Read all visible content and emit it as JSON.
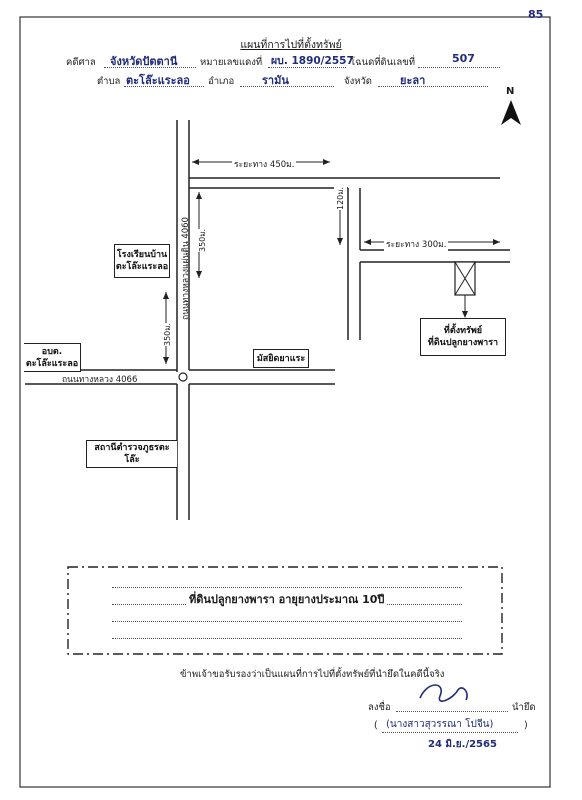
{
  "corner_mark": "85",
  "header": {
    "title": "แผนที่การไปที่ตั้งทรัพย์",
    "court_label": "คดีศาล",
    "court_value": "จังหวัดปัตตานี",
    "case_label": "หมายเลขแดงที่",
    "case_value": "ผบ. 1890/2557",
    "deed_label": "โฉนดที่ดินเลขที่",
    "deed_value": "507",
    "subdistrict_label": "ตำบล",
    "subdistrict_value": "ตะโล๊ะแระลอ",
    "district_label": "อำเภอ",
    "district_value": "รามัน",
    "province_label": "จังหวัด",
    "province_value": "ยะลา"
  },
  "map": {
    "north_label": "N",
    "distance_top": "ระยะทาง 450ม.",
    "distance_mid": "ระยะทาง 300ม.",
    "distance_vertical_right": "120ม.",
    "distance_vertical_left": "350ม.",
    "distance_lower_left": "350ม.",
    "road_vertical": "ถนนทางหลวงแผ่นดิน 4060",
    "road_horizontal": "ถนนทางหลวง 4066",
    "school": [
      "โรงเรียนบ้าน",
      "ตะโล๊ะแระลอ"
    ],
    "obt": [
      "อบต.",
      "ตะโล๊ะแระลอ"
    ],
    "mosque": "มัสยิดยาแระ",
    "police": "สถานีตำรวจภูธรตะโล๊ะ",
    "property": [
      "ที่ตั้งทรัพย์",
      "ที่ดินปลูกยางพารา"
    ]
  },
  "note": {
    "text": "ที่ดินปลูกยางพารา อายุยางประมาณ 10ปี"
  },
  "certification": "ข้าพเจ้าขอรับรองว่าเป็นแผนที่การไปที่ตั้งทรัพย์ที่นำยึดในคดีนี้จริง",
  "signature": {
    "sign_label": "ลงชื่อ",
    "role_label": "นำยึด",
    "name": "(นางสาวสุวรรณา โปจีน)",
    "date": "24 มิ.ย./2565"
  },
  "colors": {
    "ink_blue": "#1f2c7a",
    "line": "#222222"
  }
}
